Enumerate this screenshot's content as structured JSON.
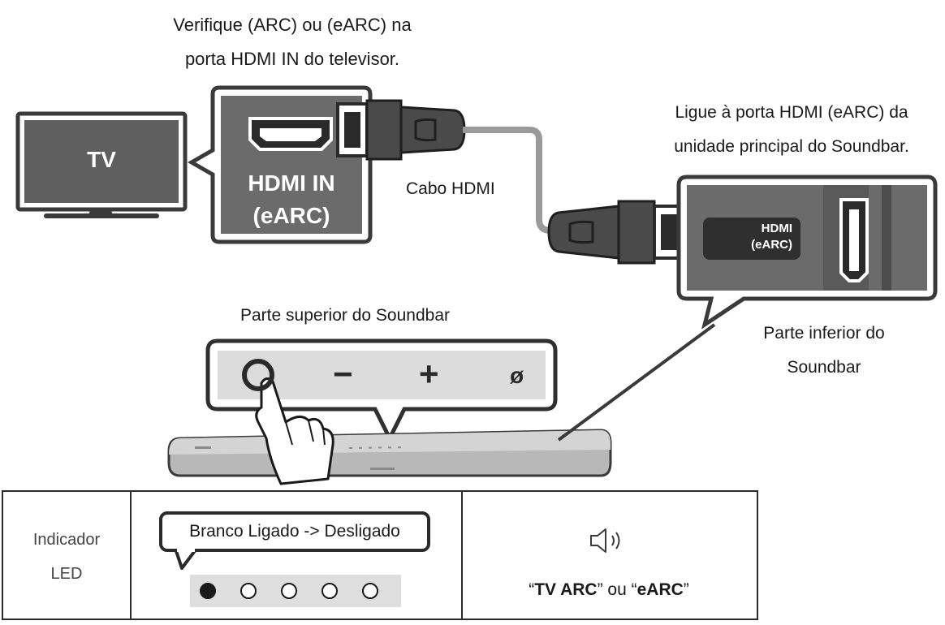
{
  "top_note": {
    "line1": "Verifique (ARC) ou (eARC) na",
    "line2": "porta HDMI IN do televisor."
  },
  "tv": {
    "label": "TV"
  },
  "tv_port": {
    "line1": "HDMI IN",
    "line2": "(eARC)"
  },
  "cable": {
    "label": "Cabo HDMI"
  },
  "soundbar_port_note": {
    "line1": "Ligue à porta HDMI (eARC) da",
    "line2": "unidade principal do Soundbar."
  },
  "soundbar_port": {
    "line1": "HDMI",
    "line2": "(eARC)"
  },
  "bottom_label": {
    "line1": "Parte inferior do",
    "line2": "Soundbar"
  },
  "top_label": "Parte superior do Soundbar",
  "buttons": {
    "power": "power-button",
    "minus": "−",
    "plus": "+",
    "mic_off": "ø"
  },
  "led_table": {
    "header": {
      "line1": "Indicador",
      "line2": "LED"
    },
    "status": "Branco Ligado -> Desligado",
    "leds": [
      true,
      false,
      false,
      false,
      false
    ],
    "display": {
      "q1": "“",
      "v1": "TV ARC",
      "q2": "”",
      "or": " ou ",
      "q3": "“",
      "v2": "eARC",
      "q4": "”"
    }
  }
}
